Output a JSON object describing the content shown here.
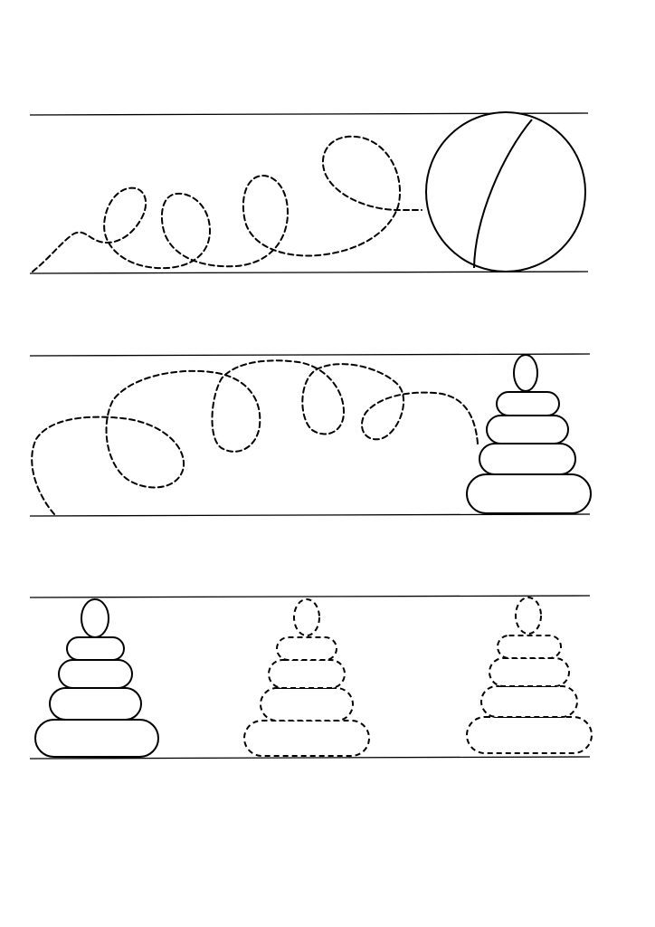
{
  "worksheet": {
    "background": "#ffffff",
    "ink": "#000000",
    "rows": [
      {
        "item": "ball",
        "trace_style": "dashed loops"
      },
      {
        "item": "pyramid",
        "trace_style": "dashed loops"
      },
      {
        "item": "pyramid",
        "trace_style": "dashed outlines",
        "copies_solid": 1,
        "copies_dashed": 2
      }
    ]
  }
}
